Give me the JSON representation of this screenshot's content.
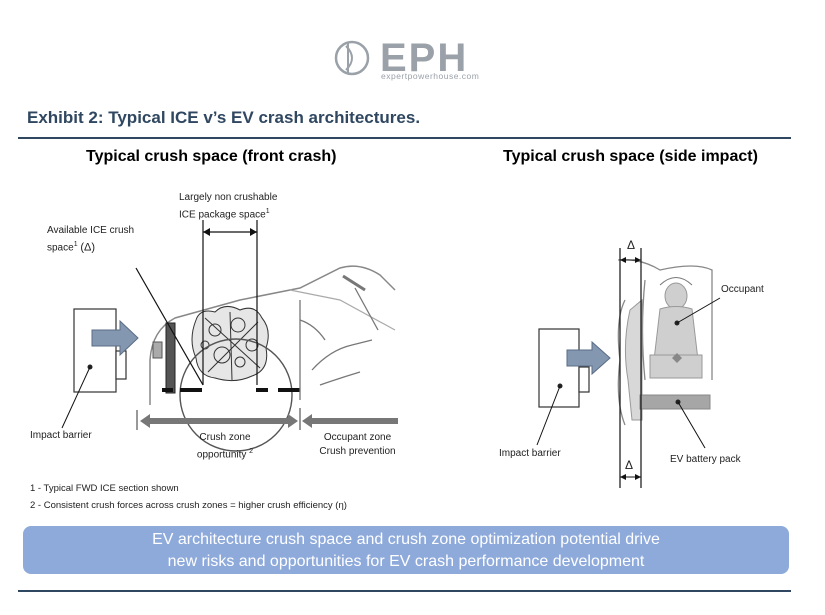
{
  "logo": {
    "wordmark": "EPH",
    "domain": "expertpowerhouse.com"
  },
  "exhibit_title": "Exhibit 2: Typical ICE v’s EV crash architectures.",
  "front": {
    "title": "Typical crush space (front crash)",
    "label_package_line1": "Largely non crushable",
    "label_package_line2": "ICE package space",
    "label_package_sup": "1",
    "label_available_line1": "Available ICE crush",
    "label_available_line2": "space",
    "label_available_sup": "1",
    "label_available_delta": "(Δ)",
    "impact_barrier": "Impact barrier",
    "crush_zone_line1": "Crush zone",
    "crush_zone_line2": "opportunity",
    "crush_zone_sup": "2",
    "occupant_zone_line1": "Occupant zone",
    "occupant_zone_line2": "Crush prevention"
  },
  "side": {
    "title": "Typical crush space (side impact)",
    "delta_top": "Δ",
    "delta_bottom": "Δ",
    "occupant": "Occupant",
    "impact_barrier": "Impact barrier",
    "battery_pack": "EV battery pack"
  },
  "footnotes": {
    "note1": "1 - Typical FWD ICE section shown",
    "note2": "2 - Consistent crush forces across crush zones = higher crush efficiency (η)"
  },
  "banner": {
    "line1": "EV architecture crush space and crush zone optimization potential drive",
    "line2": "new risks and opportunities for EV crash performance development"
  },
  "colors": {
    "title": "#2f4760",
    "banner": "#8eaadb",
    "arrow": "#8497b0",
    "logo": "#9aa1a8"
  }
}
